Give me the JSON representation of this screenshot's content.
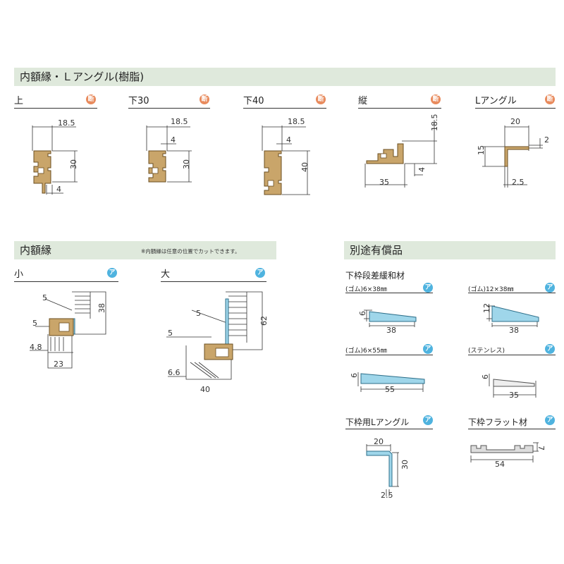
{
  "sections": {
    "top_title": "内額縁・Ｌアングル(樹脂)",
    "mid_title": "内額縁",
    "mid_note": "※内額縁は任意の位置でカットできます。",
    "right_title": "別途有償品"
  },
  "badges": {
    "dan": "断",
    "a": "ア"
  },
  "top_items": [
    {
      "label": "上",
      "dims": [
        "18.5",
        "30",
        "4"
      ]
    },
    {
      "label": "下30",
      "dims": [
        "18.5",
        "4",
        "30"
      ]
    },
    {
      "label": "下40",
      "dims": [
        "18.5",
        "4",
        "40"
      ]
    },
    {
      "label": "縦",
      "dims": [
        "18.5",
        "35",
        "4"
      ]
    },
    {
      "label": "Lアングル",
      "dims": [
        "20",
        "2",
        "15",
        "2.5"
      ]
    }
  ],
  "mid_items": [
    {
      "label": "小",
      "dims": [
        "5",
        "38",
        "5",
        "4.8",
        "23"
      ]
    },
    {
      "label": "大",
      "dims": [
        "5",
        "62",
        "5",
        "6.6",
        "40"
      ]
    }
  ],
  "extra": {
    "group1_label": "下枠段差緩和材",
    "items": [
      {
        "sub": "(ゴム)6×38㎜",
        "dims": [
          "6",
          "38"
        ]
      },
      {
        "sub": "(ゴム)12×38㎜",
        "dims": [
          "12",
          "38"
        ]
      },
      {
        "sub": "(ゴム)6×55㎜",
        "dims": [
          "6",
          "55"
        ]
      },
      {
        "sub": "(ステンレス)",
        "dims": [
          "6",
          "35"
        ]
      }
    ],
    "l_angle": {
      "label": "下枠用Lアングル",
      "dims": [
        "20",
        "30",
        "2.5"
      ]
    },
    "flat": {
      "label": "下枠フラット材",
      "dims": [
        "7",
        "54"
      ]
    }
  },
  "colors": {
    "band": "#dfe9dc",
    "profile": "#c9a56a",
    "rubber": "#9fd6ea",
    "badge_dan": "#e88a5c",
    "badge_a": "#4fb3df"
  }
}
